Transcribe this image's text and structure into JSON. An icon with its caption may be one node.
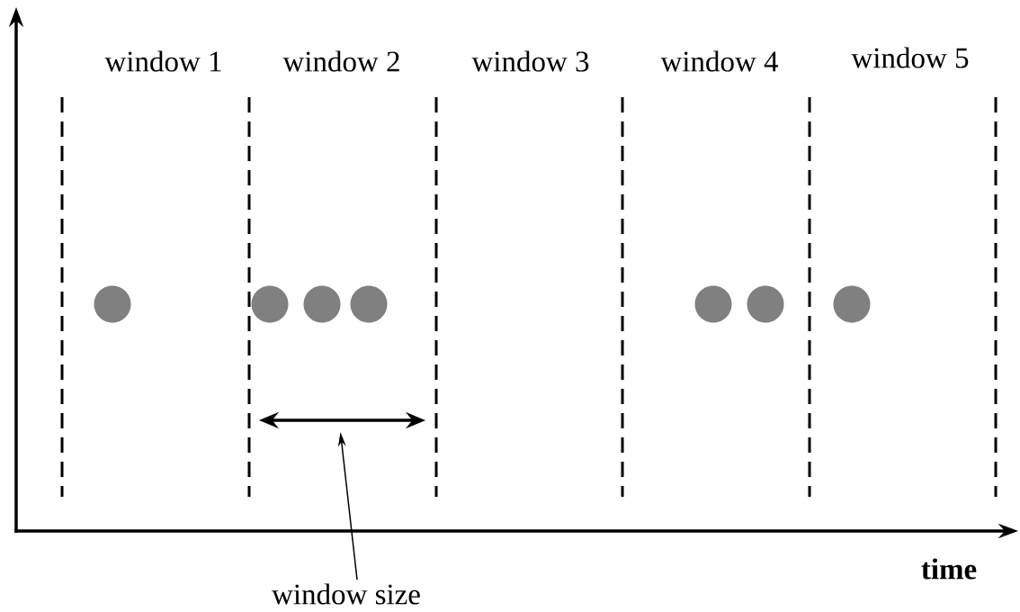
{
  "diagram": {
    "nodes": [
      {
        "text": [
          "window size"
        ]
      },
      {
        "text": [],
        "shape": "arrow"
      }
    ],
    "edges": [
      {
        "from": 0,
        "to": 1,
        "arrow": "to"
      }
    ],
    "labels": [
      "window 1",
      "window 2",
      "window 3",
      "window 4",
      "window 5",
      "time"
    ]
  }
}
